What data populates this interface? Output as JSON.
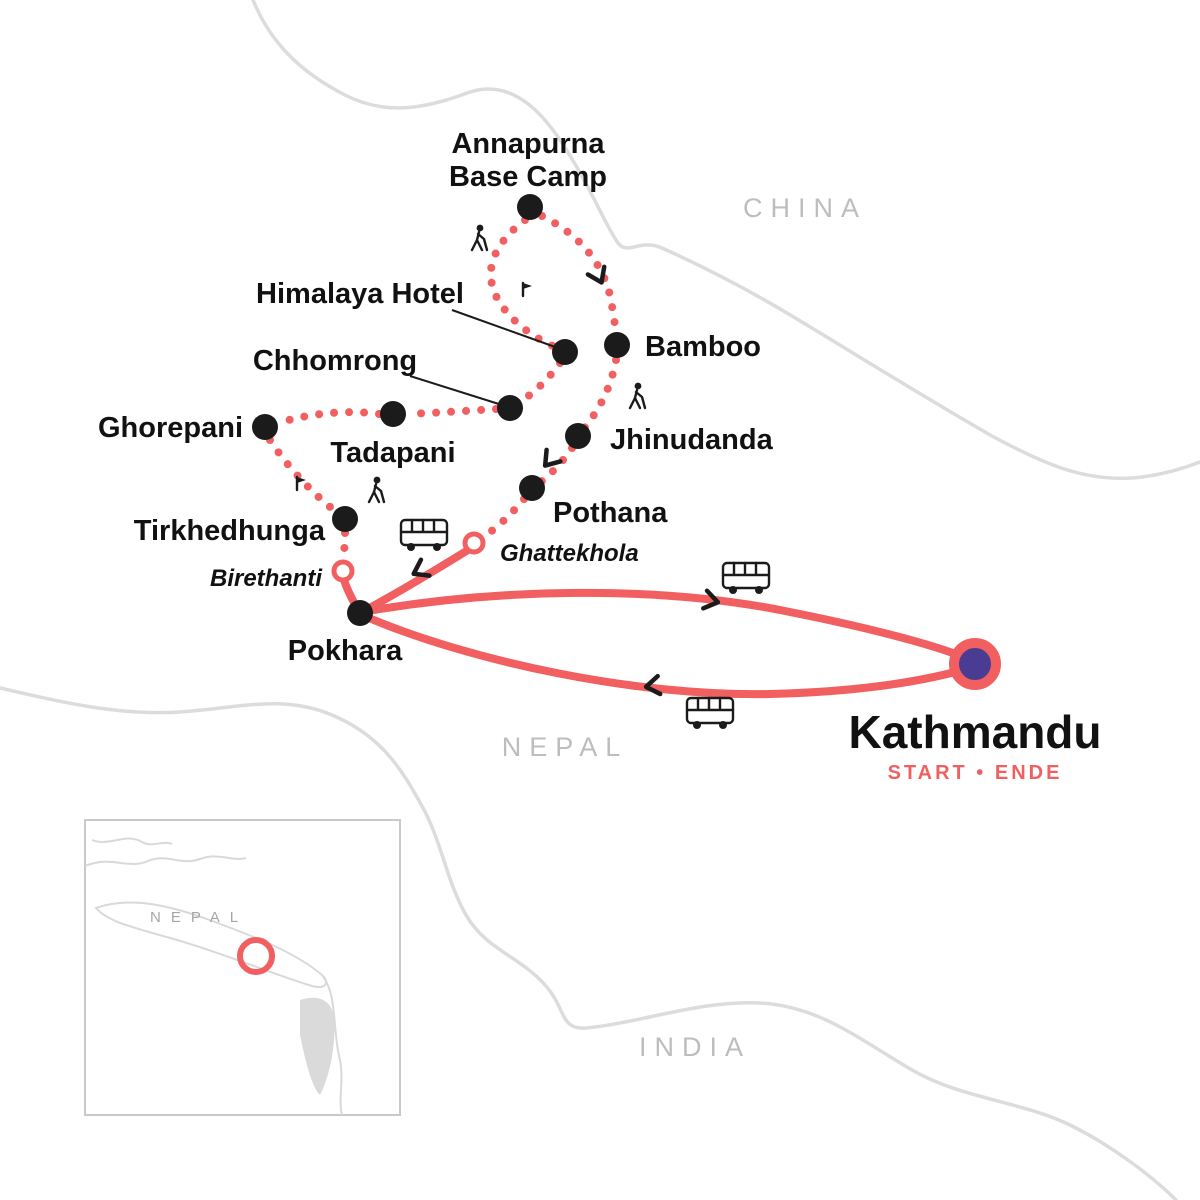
{
  "regions": {
    "china": "CHINA",
    "nepal": "NEPAL",
    "india": "INDIA"
  },
  "stops": {
    "annapurna": {
      "line1": "Annapurna",
      "line2": "Base Camp"
    },
    "himalaya": {
      "label": "Himalaya Hotel"
    },
    "bamboo": {
      "label": "Bamboo"
    },
    "chhomrong": {
      "label": "Chhomrong"
    },
    "tadapani": {
      "label": "Tadapani"
    },
    "ghorepani": {
      "label": "Ghorepani"
    },
    "jhinudanda": {
      "label": "Jhinudanda"
    },
    "pothana": {
      "label": "Pothana"
    },
    "tirkhedhunga": {
      "label": "Tirkhedhunga"
    },
    "birethanti": {
      "label": "Birethanti"
    },
    "ghattekhola": {
      "label": "Ghattekhola"
    },
    "pokhara": {
      "label": "Pokhara"
    },
    "kathmandu": {
      "label": "Kathmandu",
      "sublabel": "START • ENDE"
    }
  },
  "inset": {
    "region_label": "NEPAL"
  },
  "icons": {
    "bus": "bus-icon",
    "hiker": "hiker-icon",
    "flag": "flag-icon",
    "arrow": "chevron-arrow-icon"
  },
  "colors": {
    "route_red": "#f15f60",
    "start_end_dot_purple": "#4a3b93",
    "stop_dot_black": "#1b1b1b",
    "border_gray": "#dcdcdc",
    "region_text_gray": "#bdbdbd"
  }
}
